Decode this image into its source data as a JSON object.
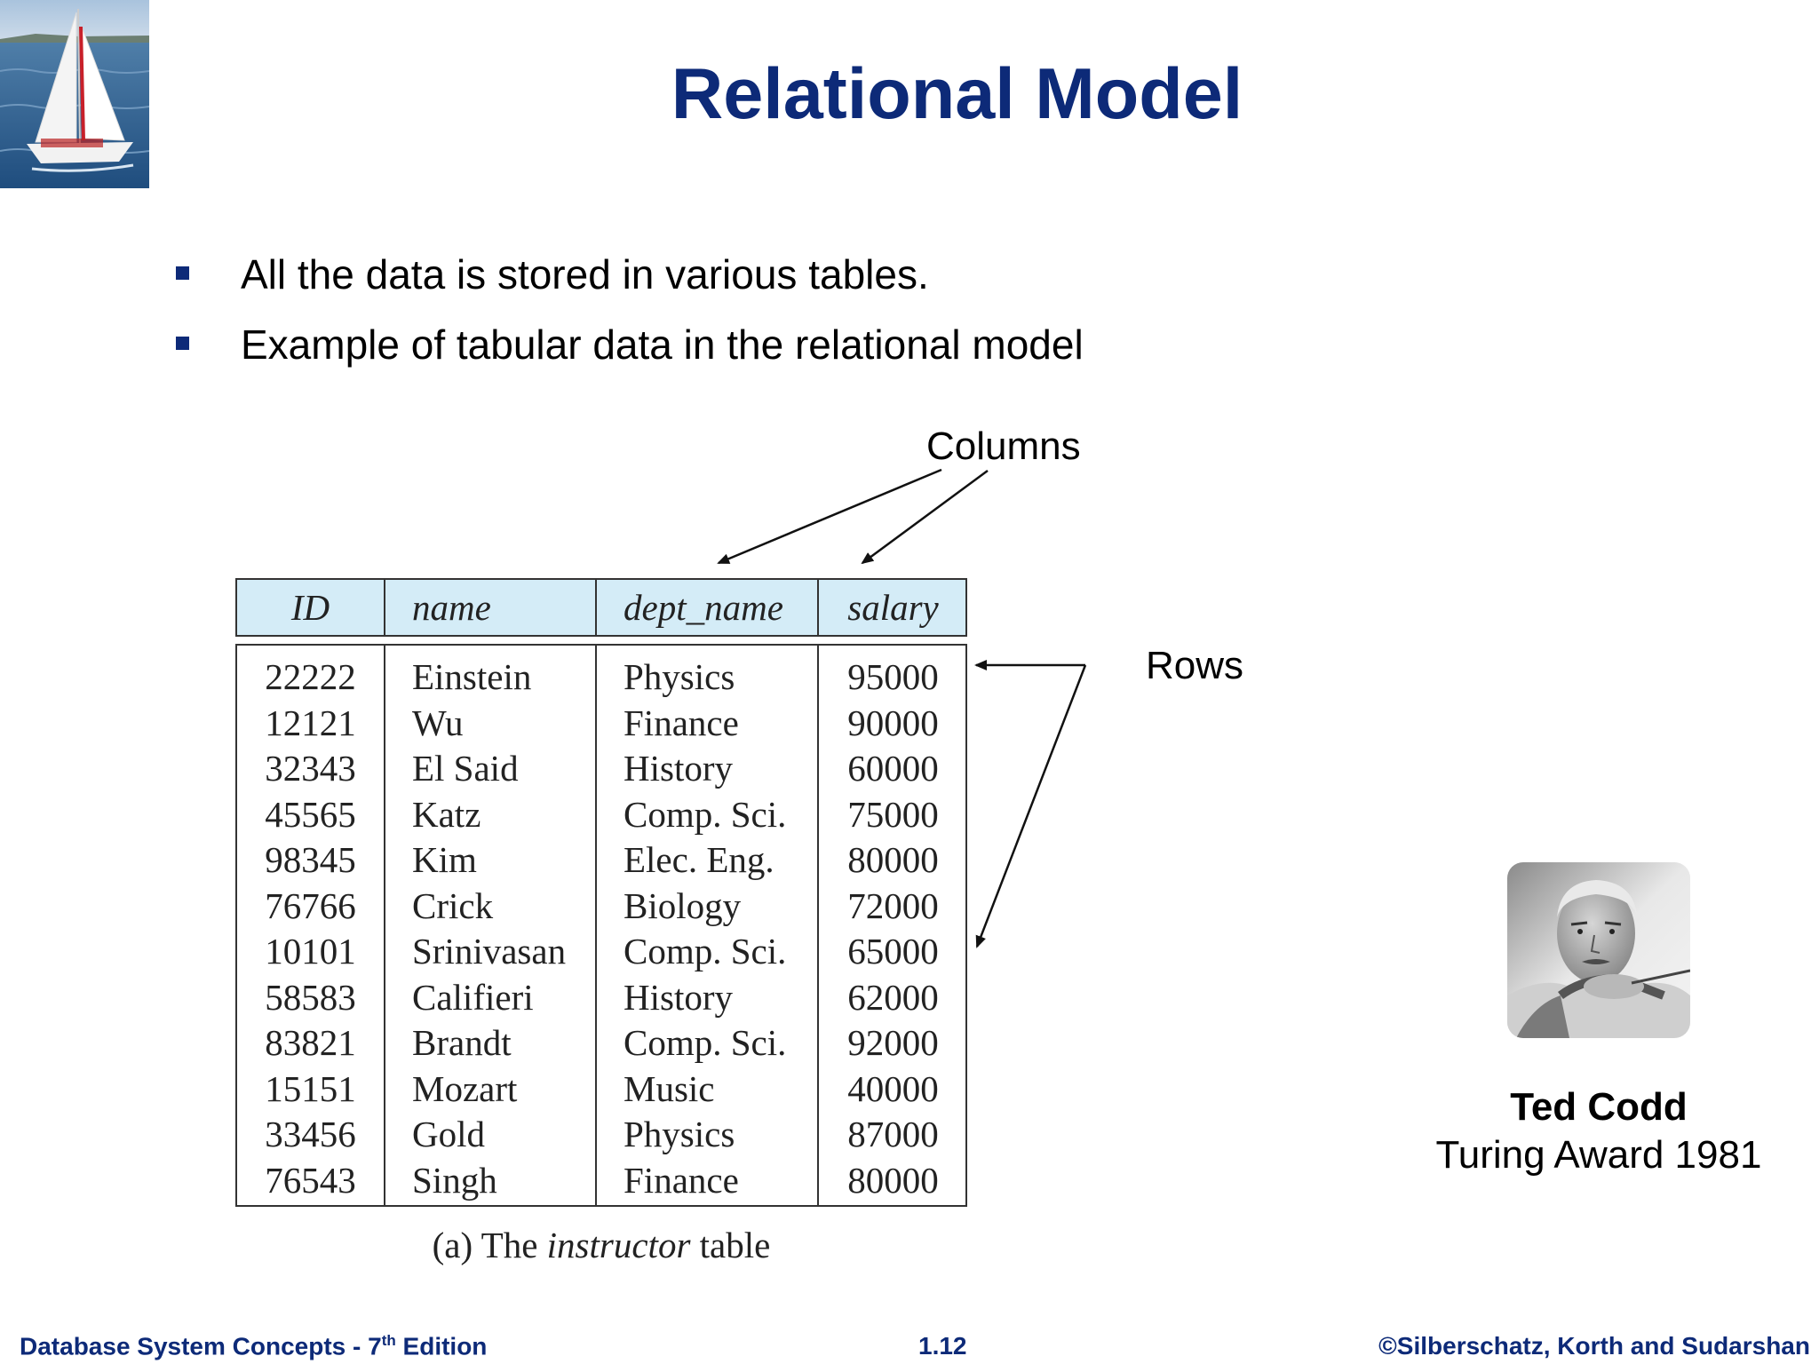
{
  "slide": {
    "title": "Relational Model",
    "bullets": [
      "All the data is stored in various tables.",
      "Example of tabular data in the relational model"
    ]
  },
  "annotations": {
    "columns_label": "Columns",
    "rows_label": "Rows"
  },
  "table": {
    "headers": [
      "ID",
      "name",
      "dept_name",
      "salary"
    ],
    "rows": [
      [
        "22222",
        "Einstein",
        "Physics",
        "95000"
      ],
      [
        "12121",
        "Wu",
        "Finance",
        "90000"
      ],
      [
        "32343",
        "El Said",
        "History",
        "60000"
      ],
      [
        "45565",
        "Katz",
        "Comp. Sci.",
        "75000"
      ],
      [
        "98345",
        "Kim",
        "Elec. Eng.",
        "80000"
      ],
      [
        "76766",
        "Crick",
        "Biology",
        "72000"
      ],
      [
        "10101",
        "Srinivasan",
        "Comp. Sci.",
        "65000"
      ],
      [
        "58583",
        "Califieri",
        "History",
        "62000"
      ],
      [
        "83821",
        "Brandt",
        "Comp. Sci.",
        "92000"
      ],
      [
        "15151",
        "Mozart",
        "Music",
        "40000"
      ],
      [
        "33456",
        "Gold",
        "Physics",
        "87000"
      ],
      [
        "76543",
        "Singh",
        "Finance",
        "80000"
      ]
    ],
    "caption_prefix": "(a) The ",
    "caption_italic": "instructor",
    "caption_suffix": " table"
  },
  "person": {
    "name": "Ted Codd",
    "award": "Turing Award 1981"
  },
  "footer": {
    "left_prefix": "Database System Concepts - 7",
    "left_sup": "th",
    "left_suffix": " Edition",
    "center": "1.12",
    "right": "©Silberschatz, Korth and Sudarshan"
  },
  "colors": {
    "title": "#0d2a78",
    "header_fill": "#d4ecf7"
  },
  "icons": {
    "logo": "sailboat-logo-icon",
    "bullet": "square-bullet-icon",
    "photo": "portrait-photo-icon"
  }
}
